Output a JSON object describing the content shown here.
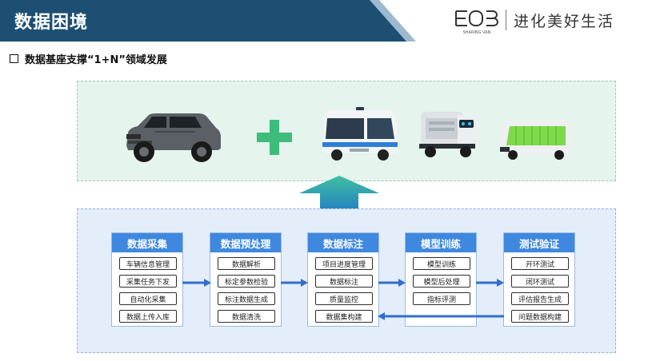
{
  "header": {
    "title": "数据困境",
    "logo_caption": "SHARING VAN",
    "slogan": "进化美好生活"
  },
  "subtitle": "数据基座支撑“1+N”领域发展",
  "icons": {
    "logo": "sharing-van-logo-icon",
    "plus": "plus-icon",
    "up_arrow": "up-arrow-icon",
    "bullet": "square-bullet-icon"
  },
  "colors": {
    "title_bar": "#1d4f73",
    "module_header": "#3f88e0",
    "arrow": "#2f6fcf",
    "plus": "#3dbc7b",
    "top_panel": "#e5f4ec",
    "bottom_panel": "#e4edfa"
  },
  "modules": [
    {
      "title": "数据采集",
      "items": [
        "车辆信息管理",
        "采集任务下发",
        "自动化采集",
        "数据上传入库"
      ]
    },
    {
      "title": "数据预处理",
      "items": [
        "数据解析",
        "标定参数检验",
        "标注数据生成",
        "数据清洗"
      ]
    },
    {
      "title": "数据标注",
      "items": [
        "项目进度管理",
        "数据标注",
        "质量监控",
        "数据集构建"
      ]
    },
    {
      "title": "模型训练",
      "items": [
        "模型训练",
        "模型后处理",
        "指标评测"
      ]
    },
    {
      "title": "测试验证",
      "items": [
        "开环测试",
        "闭环测试",
        "评估报告生成",
        "问题数据构建"
      ]
    }
  ]
}
